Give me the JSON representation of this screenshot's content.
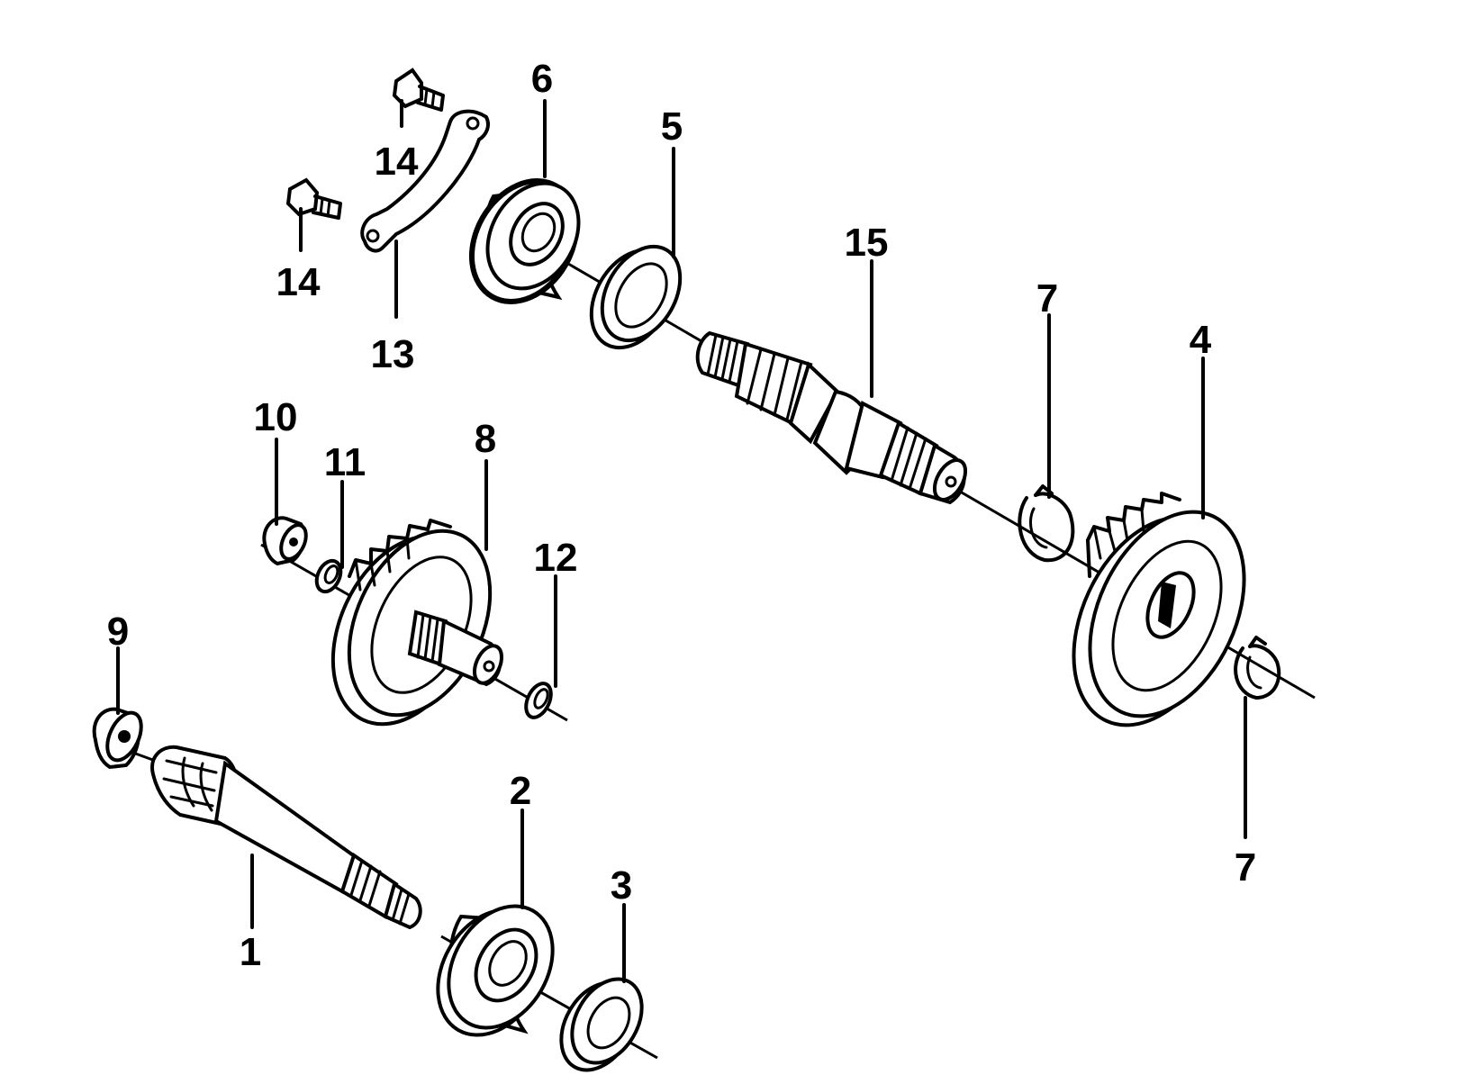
{
  "diagram": {
    "type": "exploded-parts-view",
    "callouts": [
      {
        "id": "callout-1",
        "text": "1"
      },
      {
        "id": "callout-2",
        "text": "2"
      },
      {
        "id": "callout-3",
        "text": "3"
      },
      {
        "id": "callout-4",
        "text": "4"
      },
      {
        "id": "callout-5",
        "text": "5"
      },
      {
        "id": "callout-6",
        "text": "6"
      },
      {
        "id": "callout-7a",
        "text": "7"
      },
      {
        "id": "callout-7b",
        "text": "7"
      },
      {
        "id": "callout-8",
        "text": "8"
      },
      {
        "id": "callout-9",
        "text": "9"
      },
      {
        "id": "callout-10",
        "text": "10"
      },
      {
        "id": "callout-11",
        "text": "11"
      },
      {
        "id": "callout-12",
        "text": "12"
      },
      {
        "id": "callout-13",
        "text": "13"
      },
      {
        "id": "callout-14a",
        "text": "14"
      },
      {
        "id": "callout-14b",
        "text": "14"
      },
      {
        "id": "callout-15",
        "text": "15"
      }
    ]
  }
}
